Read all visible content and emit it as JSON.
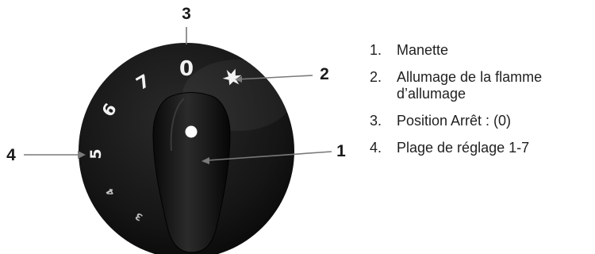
{
  "dial": {
    "markings": [
      "0",
      "7",
      "6",
      "5",
      "4",
      "3"
    ],
    "flame_symbol": "flame-icon"
  },
  "callouts": [
    "3",
    "2",
    "1",
    "4"
  ],
  "legend": [
    {
      "number": "1.",
      "text": "Manette"
    },
    {
      "number": "2.",
      "text": "Allumage de la flamme d’allumage"
    },
    {
      "number": "3.",
      "text": "Position Arrêt : (0)"
    },
    {
      "number": "4.",
      "text": "Plage de réglage 1-7"
    }
  ],
  "colors": {
    "dial_body": "#141414",
    "dial_markings": "#f2f2f2",
    "leader_lines": "#7a7a7a",
    "text": "#1f1f1f"
  }
}
